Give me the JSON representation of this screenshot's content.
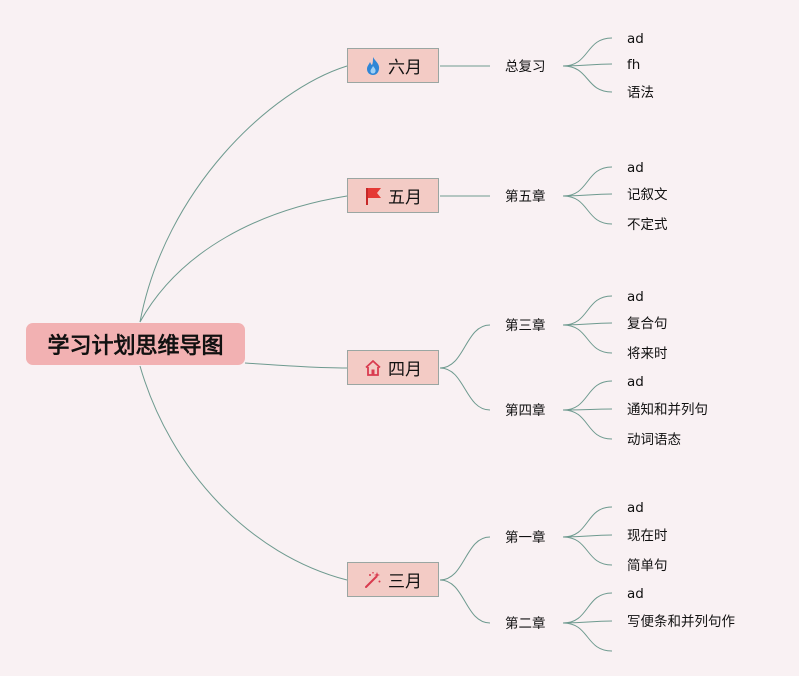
{
  "root": {
    "title": "学习计划思维导图"
  },
  "months": [
    {
      "label": "六月",
      "icon": "fire-icon",
      "chapters": [
        {
          "label": "总复习",
          "leaves": [
            "ad",
            "fh",
            "语法"
          ]
        }
      ]
    },
    {
      "label": "五月",
      "icon": "flag-icon",
      "chapters": [
        {
          "label": "第五章",
          "leaves": [
            "ad",
            "记叙文",
            "不定式"
          ]
        }
      ]
    },
    {
      "label": "四月",
      "icon": "home-icon",
      "chapters": [
        {
          "label": "第三章",
          "leaves": [
            "ad",
            "复合句",
            "将来时"
          ]
        },
        {
          "label": "第四章",
          "leaves": [
            "ad",
            "通知和并列句",
            "动词语态"
          ]
        }
      ]
    },
    {
      "label": "三月",
      "icon": "magic-wand-icon",
      "chapters": [
        {
          "label": "第一章",
          "leaves": [
            "ad",
            "现在时",
            "简单句"
          ]
        },
        {
          "label": "第二章",
          "leaves": [
            "ad",
            "写便条和并列句作",
            ""
          ]
        }
      ]
    }
  ],
  "colors": {
    "background": "#f9f1f3",
    "root_fill": "#f2b1b2",
    "month_fill": "#f3cbc5",
    "connector": "#6e9a8f"
  }
}
